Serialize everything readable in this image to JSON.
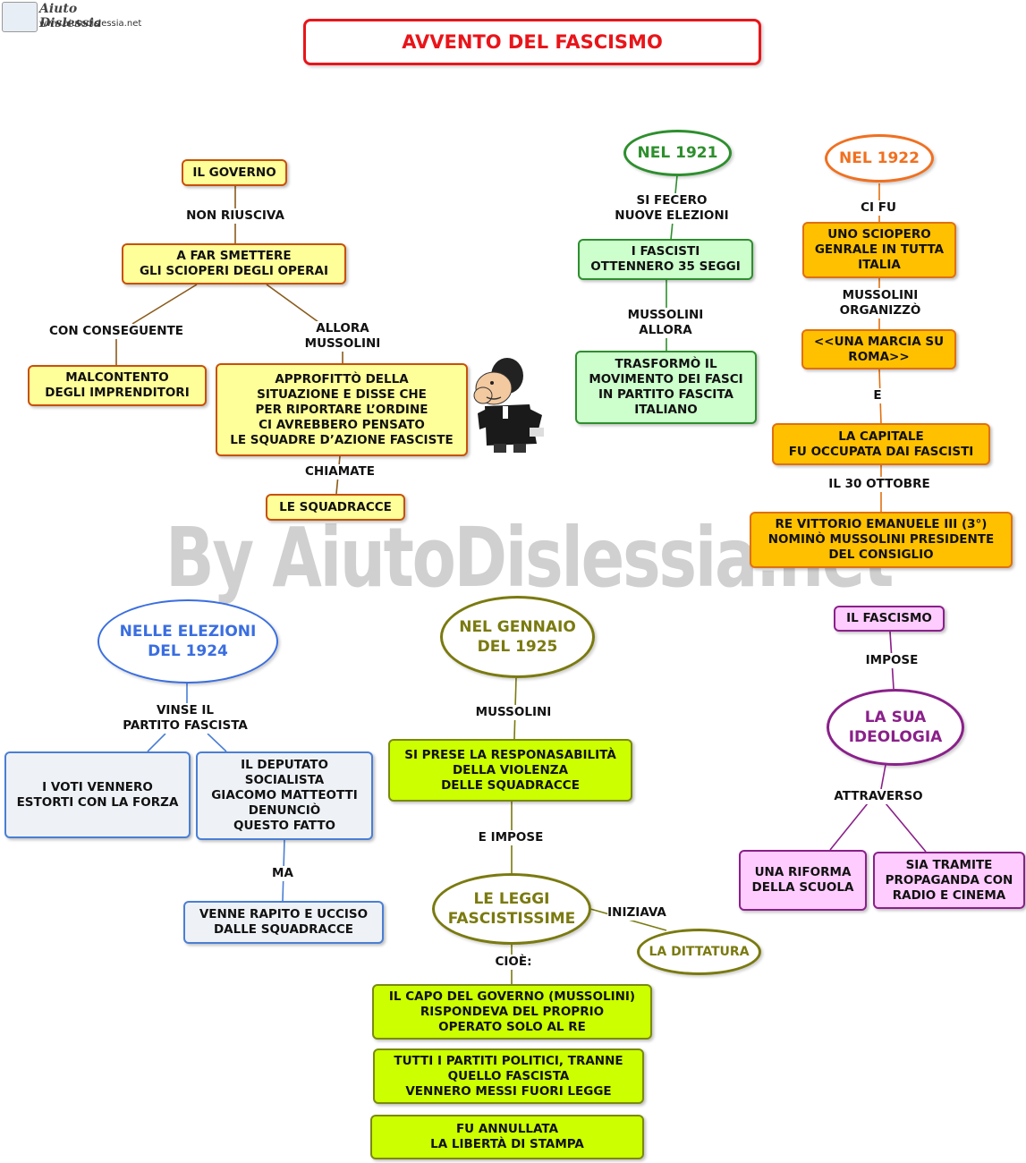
{
  "logo": {
    "title": "Aiuto Dislessia",
    "url": "www.aiutodislessia.net"
  },
  "title": "AVVENTO DEL FASCISMO",
  "watermark": "By AiutoDislessia.net",
  "colors": {
    "title": "#e8151a",
    "oval_1921": "#2d8f2d",
    "oval_1922": "#f07020",
    "oval_1924": "#3a6ee0",
    "oval_1925": "#7a7a10",
    "oval_ideologia": "#8a208a"
  },
  "governo": {
    "node": "IL GOVERNO",
    "link1": "NON RIUSCIVA",
    "scioperi": "A FAR SMETTERE\nGLI SCIOPERI DEGLI OPERAI",
    "link_left": "CON CONSEGUENTE",
    "link_right": "ALLORA\nMUSSOLINI",
    "malcontento": "MALCONTENTO\nDEGLI  IMPRENDITORI",
    "approfitto": "APPROFITTÒ DELLA\nSITUAZIONE E DISSE CHE\nPER RIPORTARE L’ORDINE\nCI AVREBBERO PENSATO\nLE SQUADRE D’AZIONE FASCISTE",
    "link_chiamate": "CHIAMATE",
    "squadracce": "LE  SQUADRACCE"
  },
  "nel1921": {
    "oval": "NEL 1921",
    "link1": "SI FECERO\nNUOVE ELEZIONI",
    "fascisti": "I FASCISTI\nOTTENNERO 35 SEGGI",
    "link2": "MUSSOLINI\nALLORA",
    "trasformo": "TRASFORMÒ IL\nMOVIMENTO DEI FASCI\nIN PARTITO FASCITA\nITALIANO"
  },
  "nel1922": {
    "oval": "NEL 1922",
    "link1": "CI FU",
    "sciopero": "UNO SCIOPERO\nGENRALE IN TUTTA\nITALIA",
    "link2": "MUSSOLINI\nORGANIZZÒ",
    "marcia": "<<UNA MARCIA SU\nROMA>>",
    "link3": "E",
    "capitale": "LA CAPITALE\nFU OCCUPATA DAI FASCISTI",
    "link4": "IL 30 OTTOBRE",
    "re": "RE VITTORIO EMANUELE III (3°)\nNOMINÒ MUSSOLINI PRESIDENTE\nDEL CONSIGLIO"
  },
  "fascismo": {
    "node": "IL FASCISMO",
    "link1": "IMPOSE",
    "oval": "LA SUA\nIDEOLOGIA",
    "link2": "ATTRAVERSO",
    "riforma": "UNA RIFORMA\nDELLA SCUOLA",
    "propaganda": "SIA TRAMITE\nPROPAGANDA CON\nRADIO E CINEMA"
  },
  "nel1924": {
    "oval": "NELLE ELEZIONI\nDEL 1924",
    "link1": "VINSE IL\nPARTITO FASCISTA",
    "voti": "I VOTI VENNERO\nESTORTI CON LA FORZA",
    "deputato": "IL DEPUTATO\nSOCIALISTA\nGIACOMO MATTEOTTI\nDENUNCIÒ\nQUESTO FATTO",
    "link2": "MA",
    "rapito": "VENNE RAPITO E UCCISO\nDALLE SQUADRACCE"
  },
  "nel1925": {
    "oval": "NEL GENNAIO\nDEL 1925",
    "link1": "MUSSOLINI",
    "responsabilita": "SI PRESE LA RESPONASABILITÀ\nDELLA VIOLENZA\nDELLE SQUADRACCE",
    "link2": "E IMPOSE",
    "leggi": "LE LEGGI\nFASCISTISSIME",
    "link3": "INIZIAVA",
    "dittatura": "LA DITTATURA",
    "link4": "CIOÈ:",
    "capo": "IL CAPO DEL GOVERNO (MUSSOLINI)\nRISPONDEVA DEL PROPRIO\nOPERATO SOLO AL RE",
    "partiti": "TUTTI I PARTITI POLITICI, TRANNE\nQUELLO FASCISTA\nVENNERO MESSI FUORI LEGGE",
    "stampa": "FU ANNULLATA\nLA LIBERTÀ DI STAMPA"
  }
}
